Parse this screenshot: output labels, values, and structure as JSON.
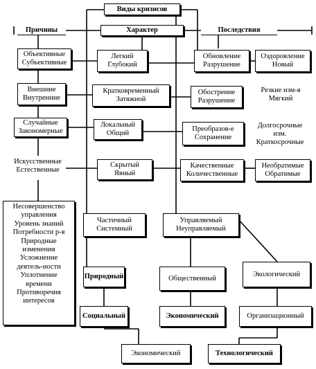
{
  "top": "Виды кризисов",
  "headers": {
    "causes": "Причины",
    "character": "Характер",
    "consequences": "Последствия"
  },
  "causes": [
    [
      "Объективные",
      "Субъективные"
    ],
    [
      "Внешние",
      "Внутренние"
    ],
    [
      "Случайные",
      "Закономерные"
    ],
    [
      "Искусственные",
      "Естественные"
    ]
  ],
  "character": [
    [
      "Легкий",
      "Глубокий"
    ],
    [
      "Кратковременный",
      "Затяжной"
    ],
    [
      "Локальный",
      "Общий"
    ],
    [
      "Скрытый",
      "Явный"
    ]
  ],
  "consequences": [
    [
      "Обновление",
      "Разрушение"
    ],
    [
      "Обострение",
      "Разрушение"
    ],
    [
      "Преобразов-е",
      "Сохранение"
    ],
    [
      "Качественные",
      "Количественные"
    ]
  ],
  "outcomes": [
    [
      "Оздоровление",
      "Новый"
    ],
    [
      "Резкие изм-я",
      "Мягкий"
    ],
    [
      "Долгосрочные",
      "изм.",
      "Краткосрочные"
    ],
    [
      "Необратимые",
      "Обратимые"
    ]
  ],
  "cause_list": [
    "Несовершенство",
    "управления",
    "Уровень знаний",
    "Потребности р-я",
    "Природные",
    "изменения",
    "Усложнение",
    "деятель-ности",
    "Уплотнение",
    "времени",
    "Противоречия",
    "интересов"
  ],
  "partial": [
    "Частичный",
    "Системный"
  ],
  "managed": [
    "Управляемый",
    "Неуправляемый"
  ],
  "types_left": [
    "Природный",
    "Социальный",
    "Экономический"
  ],
  "types_mid": [
    "Общественный",
    "Экономический"
  ],
  "types_right": [
    "Экологический",
    "Организационный",
    "Технологический"
  ]
}
